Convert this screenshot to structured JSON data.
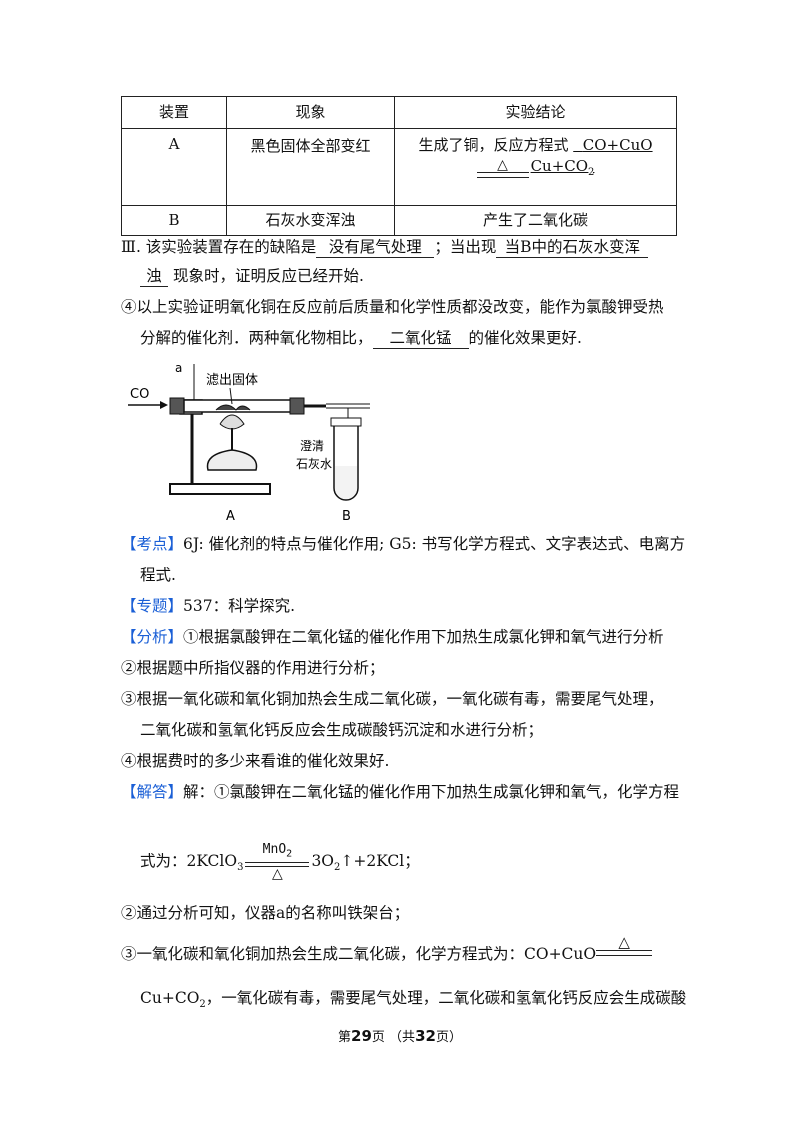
{
  "table": {
    "headers": [
      "装置",
      "现象",
      "实验结论"
    ],
    "rowA": {
      "device": "A",
      "phenomenon": "黑色固体全部变红",
      "conclusion_prefix": "生成了铜，反应方程式",
      "eq_reactants": "CO+CuO",
      "eq_condition": "△",
      "eq_products": "Cu+CO",
      "eq_products_sub": "2"
    },
    "rowB": {
      "device": "B",
      "phenomenon": "石灰水变浑浊",
      "conclusion": "产生了二氧化碳"
    }
  },
  "q3": {
    "text1": "Ⅲ. 该实验装置存在的缺陷是",
    "blank1": "没有尾气处理",
    "text2": "；当出现",
    "blank2a": "当B中的石灰水变浑",
    "blank2b": "浊",
    "text3": "现象时，证明反应已经开始."
  },
  "q4": {
    "line1": "④以上实验证明氧化铜在反应前后质量和化学性质都没改变，能作为氯酸钾受热",
    "line2a": "分解的催化剂．两种氧化物相比，",
    "blank": "二氧化锰",
    "line2b": "的催化效果更好."
  },
  "figure": {
    "label_a": "a",
    "label_co": "CO",
    "label_solid": "滤出固体",
    "label_water1": "澄清",
    "label_water2": "石灰水",
    "label_A": "A",
    "label_B": "B"
  },
  "analysis": {
    "kaodian_tag": "【考点】",
    "kaodian_1": "6J: 催化剂的特点与催化作用; G5: 书写化学方程式、文字表达式、电离方",
    "kaodian_2": "程式.",
    "zhuanti_tag": "【专题】",
    "zhuanti": "537：科学探究.",
    "fenxi_tag": "【分析】",
    "fenxi_1": "①根据氯酸钾在二氧化锰的催化作用下加热生成氯化钾和氧气进行分析",
    "fenxi_2": "②根据题中所指仪器的作用进行分析；",
    "fenxi_3": "③根据一氧化碳和氧化铜加热会生成二氧化碳，一氧化碳有毒，需要尾气处理，",
    "fenxi_4": "二氧化碳和氢氧化钙反应会生成碳酸钙沉淀和水进行分析；",
    "fenxi_5": "④根据费时的多少来看谁的催化效果好.",
    "jieda_tag": "【解答】",
    "jieda_1": "解：①氯酸钾在二氧化锰的催化作用下加热生成氯化钾和氧气，化学方程",
    "eq_prefix": "式为：2KClO",
    "eq_sub3": "3",
    "eq_catalyst": "MnO",
    "eq_catalyst_sub": "2",
    "eq_condition": "△",
    "eq_products_a": "3O",
    "eq_products_sub": "2",
    "eq_products_b": "↑+2KCl；",
    "jieda_2": "②通过分析可知，仪器a的名称叫铁架台；",
    "jieda_3a": "③一氧化碳和氧化铜加热会生成二氧化碳，化学方程式为：CO+CuO",
    "jieda_3_condition": "△",
    "jieda_4a": "Cu+CO",
    "jieda_4_sub": "2",
    "jieda_4b": "，一氧化碳有毒，需要尾气处理，二氧化碳和氢氧化钙反应会生成碳酸"
  },
  "footer": {
    "prefix": "第",
    "page": "29",
    "mid": "页 （共",
    "total": "32",
    "suffix": "页）"
  },
  "colors": {
    "tag": "#1a5fd6"
  }
}
